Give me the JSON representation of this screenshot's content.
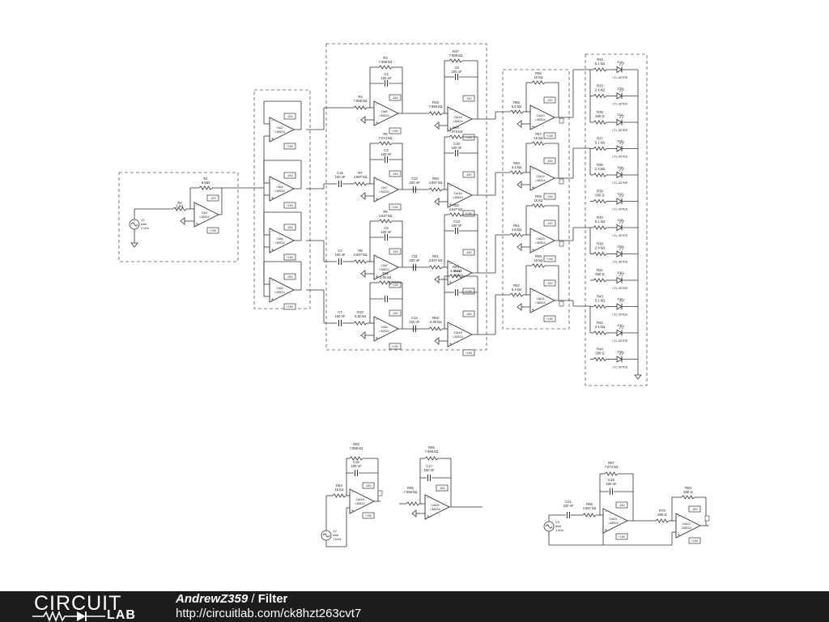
{
  "footer": {
    "logo_top": "CIRCUIT",
    "logo_bottom": "LAB",
    "author": "AndrewZ359",
    "separator": " / ",
    "title": "Filter",
    "url": "http://circuitlab.com/ck8hzt263cvt7"
  },
  "blocks": {
    "input": {
      "source": [
        "V1",
        "sine",
        "1 kHz"
      ],
      "resistors": [
        [
          "R2",
          "1 kΩ"
        ],
        [
          "R1",
          "6 MΩ"
        ]
      ],
      "opamp": [
        "OA1",
        "LM324"
      ]
    },
    "buffers": [
      {
        "name": "OA2",
        "model": "LM324"
      },
      {
        "name": "OA4",
        "model": "LM324"
      },
      {
        "name": "OA6",
        "model": "LM324"
      },
      {
        "name": "OA3",
        "model": "LM324"
      }
    ],
    "filters": [
      {
        "fb1": [
          "R3",
          "7.958 kΩ"
        ],
        "c1": [
          "C1",
          "100 nF"
        ],
        "rin": [
          "R4",
          "7.958 kΩ"
        ],
        "cin": null,
        "oa1": [
          "OA8",
          "LM324"
        ],
        "fb2": [
          "R47",
          "7.958 kΩ"
        ],
        "c2": [
          "C9",
          "100 nF"
        ],
        "rmid": [
          "R48",
          "7.958 kΩ"
        ],
        "cmid": null,
        "oa2": [
          "OA15",
          "LM324"
        ]
      },
      {
        "fb1": [
          "R6",
          "7.074 kΩ"
        ],
        "c1": [
          "C3",
          "100 nF"
        ],
        "rin": [
          "R7",
          "4.897 kΩ"
        ],
        "cin": [
          "C15",
          "100 nF"
        ],
        "oa1": [
          "OA7",
          "LM324"
        ],
        "fb2": [
          "R49",
          "7.074 kΩ"
        ],
        "c2": [
          "C10",
          "100 nF"
        ],
        "rmid": [
          "R50",
          "4.897 kΩ"
        ],
        "cmid": [
          "C12",
          "100 nF"
        ],
        "oa2": [
          "OA16",
          "LM324"
        ]
      },
      {
        "fb1": [
          "R5",
          "4.647 kΩ"
        ],
        "c1": [
          "C5",
          "100 nF"
        ],
        "rin": [
          "R8",
          "3.937 kΩ"
        ],
        "cin": [
          "C4",
          "100 nF"
        ],
        "oa1": [
          "OA9",
          "LM324"
        ],
        "fb2": [
          "R52",
          "4.647 kΩ"
        ],
        "c2": [
          "C13",
          "100 nF"
        ],
        "rmid": [
          "R51",
          "3.937 kΩ"
        ],
        "cmid": [
          "C11",
          "100 nF"
        ],
        "oa2": [
          "OA17",
          "LM324"
        ]
      },
      {
        "fb1": [
          "R11",
          "3.38 kΩ"
        ],
        "c1": null,
        "rin": [
          "R10",
          "3.38 kΩ"
        ],
        "cin": [
          "C7",
          "100 nF"
        ],
        "oa1": [
          "OA5",
          "LM324"
        ],
        "fb2": [
          "R54",
          "3.38 kΩ"
        ],
        "c2": null,
        "rmid": [
          "R53",
          "3.38 kΩ"
        ],
        "cmid": [
          "C14",
          "100 nF"
        ],
        "oa2": [
          "OA18",
          "LM324"
        ]
      }
    ],
    "gains": [
      {
        "rf": [
          "R56",
          "10 kΩ"
        ],
        "rin": [
          "R55",
          "5.6 kΩ"
        ],
        "oa": [
          "OA10",
          "LM324"
        ]
      },
      {
        "rf": [
          "R57",
          "10 kΩ"
        ],
        "rin": [
          "R60",
          "3.4 kΩ"
        ],
        "oa": [
          "OA12",
          "LM324"
        ]
      },
      {
        "rf": [
          "R58",
          "10 kΩ"
        ],
        "rin": [
          "R61",
          "4.8 kΩ"
        ],
        "oa": [
          "OA13",
          "LM324"
        ]
      },
      {
        "rf": [
          "R59",
          "10 kΩ"
        ],
        "rin": [
          "R62",
          "5.4 kΩ"
        ],
        "oa": [
          "OA11",
          "LM324"
        ]
      }
    ],
    "leds": [
      {
        "r": [
          "R34",
          "5.1 kΩ"
        ],
        "d": [
          "D22",
          "LTL-307EE"
        ]
      },
      {
        "r": [
          "R33",
          "2.4 kΩ"
        ],
        "d": [
          "D23",
          "LTL-307EE"
        ]
      },
      {
        "r": [
          "R35",
          "500 Ω"
        ],
        "d": [
          "D24",
          "LTL-307EE"
        ]
      },
      {
        "r": [
          "R37",
          "5.1 kΩ"
        ],
        "d": [
          "D25",
          "LTL-307EE"
        ]
      },
      {
        "r": [
          "R36",
          "2.4 kΩ"
        ],
        "d": [
          "D26",
          "LTL-307EE"
        ]
      },
      {
        "r": [
          "R38",
          "500 Ω"
        ],
        "d": [
          "D27",
          "LTL-307EE"
        ]
      },
      {
        "r": [
          "R40",
          "5.1 kΩ"
        ],
        "d": [
          "D28",
          "LTL-307EE"
        ]
      },
      {
        "r": [
          "R39",
          "2.4 kΩ"
        ],
        "d": [
          "D29",
          "LTL-307EE"
        ]
      },
      {
        "r": [
          "R41",
          "500 Ω"
        ],
        "d": [
          "D30",
          "LTL-307EE"
        ]
      },
      {
        "r": [
          "R43",
          "5.1 kΩ"
        ],
        "d": [
          "D31",
          "LTL-307EE"
        ]
      },
      {
        "r": [
          "R42",
          "2.4 kΩ"
        ],
        "d": [
          "D32",
          "LTL-307EE"
        ]
      },
      {
        "r": [
          "R44",
          "500 Ω"
        ],
        "d": [
          "D33",
          "LTL-307EE"
        ]
      }
    ],
    "sub1": {
      "fb": [
        "R63",
        "7.958 kΩ"
      ],
      "c": [
        "C16",
        "100 nF"
      ],
      "rin": [
        "R64",
        "15 kΩ"
      ],
      "oa": [
        "OA19",
        "LM324"
      ],
      "source": [
        "V2",
        "sine",
        "1 kHz"
      ]
    },
    "sub2": {
      "fb": [
        "R65",
        "7.958 kΩ"
      ],
      "c": [
        "C17",
        "100 nF"
      ],
      "rin": [
        "R66",
        "7.958 kΩ"
      ],
      "oa": [
        "OA20",
        "LM324"
      ]
    },
    "sub3": {
      "fb": [
        "R67",
        "7.074 kΩ"
      ],
      "c": [
        "C18",
        "100 nF"
      ],
      "cin": [
        "C21",
        "100 nF"
      ],
      "rin": [
        "R68",
        "4.897 kΩ"
      ],
      "oa": [
        "OA21",
        "LM324"
      ],
      "source": [
        "V3",
        "sine",
        "1 kHz"
      ],
      "r2": [
        "R70",
        "500 Ω"
      ],
      "r3": [
        "R69",
        "500 Ω"
      ],
      "oa2": [
        "OA22",
        "LM324"
      ]
    },
    "supply_pos": "+15V",
    "supply_neg": "-15V"
  }
}
